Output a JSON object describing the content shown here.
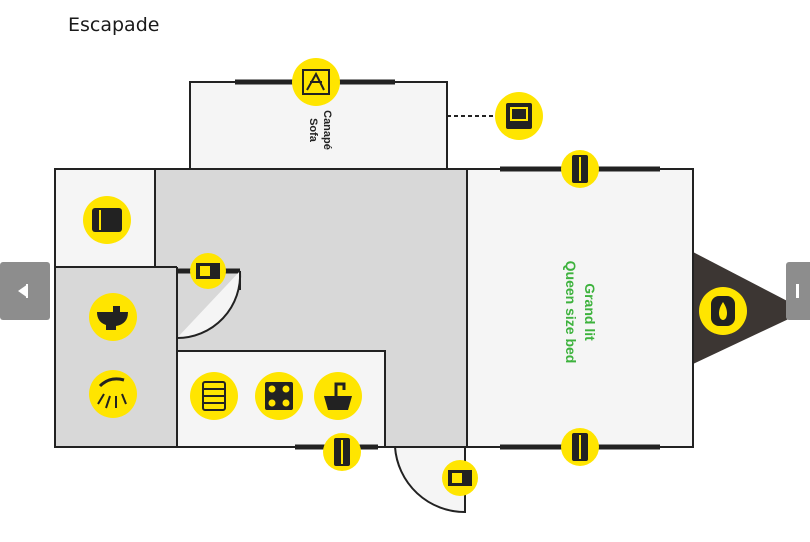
{
  "title": "Escapade",
  "rooms": {
    "sofa_line1": "Canapé",
    "sofa_line2": "Sofa",
    "bed_line1": "Grand lit",
    "bed_line2": "Queen size bed"
  },
  "colors": {
    "icon_yellow": "#ffe500",
    "wall": "#222222",
    "floor_light": "#f5f5f5",
    "floor_dark": "#d8d8d8",
    "tongue": "#3c3633",
    "bed_label": "#3db23d",
    "nav_button": "#8d8d8d"
  },
  "icons": [
    "hand-crank-window-icon",
    "window-icon",
    "fridge-icon",
    "door-icon",
    "toilet-icon",
    "shower-icon",
    "heater-icon",
    "stove-icon",
    "sink-icon",
    "propane-tank-icon"
  ]
}
